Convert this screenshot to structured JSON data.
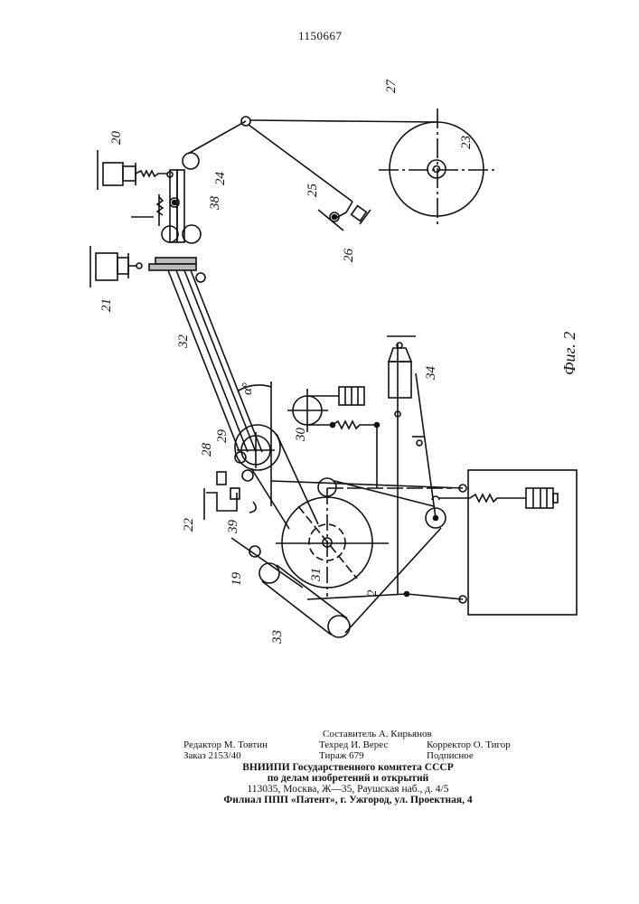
{
  "document": {
    "patent_number": "1150667",
    "figure_caption": "Фиг. 2"
  },
  "drawing": {
    "labels": {
      "l20": "20",
      "l21": "21",
      "l22": "22",
      "l23": "23",
      "l24": "24",
      "l25": "25",
      "l26": "26",
      "l27": "27",
      "l28": "28",
      "l29": "29",
      "l30": "30",
      "l31": "31",
      "l32": "32",
      "l33": "33",
      "l34": "34",
      "l38": "38",
      "l39": "39",
      "l19": "19",
      "l2": "2",
      "alpha": "α°"
    }
  },
  "colophon": {
    "composer": "Составитель А. Кирьянов",
    "editor": "Редактор М. Товтин",
    "techred": "Техред И. Верес",
    "corrector": "Корректор О. Тигор",
    "order": "Заказ 2153/40",
    "circulation": "Тираж 679",
    "subscription": "Подписное",
    "org_line1": "ВНИИПИ Государственного комитета СССР",
    "org_line2": "по делам изобретений и открытий",
    "address": "113035, Москва, Ж—35, Раушская наб., д. 4/5",
    "branch": "Филиал ППП «Патент», г. Ужгород, ул. Проектная, 4"
  }
}
